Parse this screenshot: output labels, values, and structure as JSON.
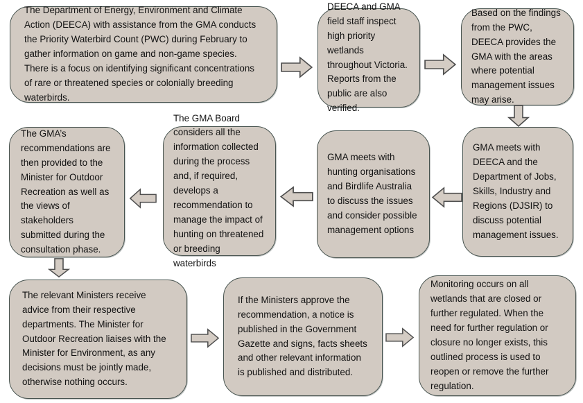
{
  "diagram": {
    "type": "flowchart",
    "colors": {
      "box_fill": "#d2cac2",
      "box_border": "#47534f",
      "arrow_fill": "#d4ccc4",
      "arrow_border": "#4f4f4f",
      "text_color": "#121212",
      "page_bg": "#ffffff"
    },
    "boxes": [
      {
        "id": "priority-waterbird-count",
        "text": "The Department of Energy, Environment and Climate Action (DEECA) with assistance from the GMA conducts the Priority Waterbird Count (PWC) during February to gather information on game and non-game species. There is a focus on identifying significant concentrations of rare or threatened species or colonially breeding waterbirds."
      },
      {
        "id": "field-staff-inspection",
        "text": "DEECA and GMA field staff inspect high priority wetlands throughout Victoria. Reports from the public are also verified."
      },
      {
        "id": "pwc-findings",
        "text": "Based on the findings from the PWC, DEECA provides the GMA with the areas where potential management issues may arise."
      },
      {
        "id": "gma-deeca-djsir-meeting",
        "text": "GMA meets with DEECA and the Department of Jobs, Skills, Industry and Regions (DJSIR) to discuss potential management issues."
      },
      {
        "id": "gma-stakeholder-meeting",
        "text": "GMA meets with hunting organisations and Birdlife Australia to discuss the issues and consider possible management options"
      },
      {
        "id": "gma-board-recommendation",
        "text": "The GMA Board considers all the information collected during the process and, if required, develops a recommendation to manage the impact of hunting on threatened or breeding waterbirds"
      },
      {
        "id": "recommendations-to-minister",
        "text": "The GMA’s recommendations are then provided to the Minister for Outdoor Recreation as well as the views of stakeholders submitted during the consultation phase."
      },
      {
        "id": "ministers-receive-advice",
        "text": "The relevant Ministers receive advice from their respective departments. The Minister for Outdoor Recreation liaises with the Minister for Environment, as any decisions must be jointly made, otherwise nothing occurs."
      },
      {
        "id": "gazette-notice",
        "text": "If the Ministers approve the recommendation, a notice is published in the Government Gazette and signs, facts sheets and other relevant information is published and distributed."
      },
      {
        "id": "monitoring-wetlands",
        "text": "Monitoring occurs on all wetlands that are closed or further regulated. When the need for further regulation or closure no longer exists, this outlined process is used to reopen or remove the further regulation."
      }
    ],
    "arrows": [
      {
        "direction": "right"
      },
      {
        "direction": "right"
      },
      {
        "direction": "down"
      },
      {
        "direction": "left"
      },
      {
        "direction": "left"
      },
      {
        "direction": "left"
      },
      {
        "direction": "down"
      },
      {
        "direction": "right"
      },
      {
        "direction": "right"
      }
    ]
  }
}
